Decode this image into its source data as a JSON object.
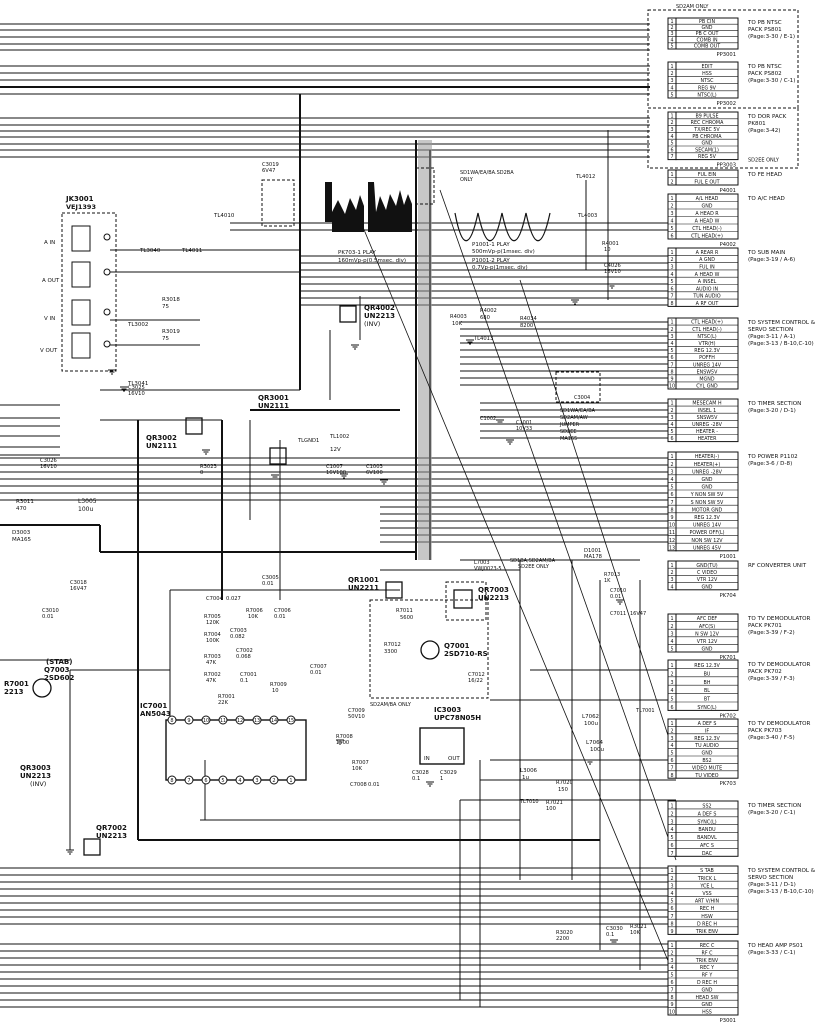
{
  "top_tags": {
    "sd2am_only": "SD2AM ONLY",
    "sd2ee_only": "SD2EE ONLY"
  },
  "connectors": [
    {
      "id": "PP3001",
      "pins": [
        "PB CIN",
        "GND",
        "PB C OUT",
        "COMB IN",
        "COMB OUT"
      ],
      "title": "TO PB NTSC",
      "l2": "PACK PS801",
      "page": "(Page:3-30 / E-1)"
    },
    {
      "id": "PP3002",
      "pins": [
        "EDIT",
        "HSS",
        "NTSC",
        "REG 9V",
        "NTSC(L)"
      ],
      "title": "TO PB NTSC",
      "l2": "PACK PS802",
      "page": "(Page:3-30 / C-1)"
    },
    {
      "id": "PP3003",
      "pins": [
        "B9 PULSE",
        "REC CHROMA",
        "TX/REC 5V",
        "PB CHROMA",
        "GND",
        "SECAM(1)",
        "REG 5V"
      ],
      "title": "TO DOR PACK",
      "l2": "PK801",
      "page": "(Page:3-42)",
      "note": "SD2EE ONLY"
    },
    {
      "id": "P4001",
      "pins": [
        "FUL EIN",
        "FUL E OUT"
      ],
      "title": "TO FE HEAD",
      "l2": "",
      "page": ""
    },
    {
      "id": "P4002",
      "pins": [
        "A/L HEAD",
        "GND",
        "A HEAD R",
        "A HEAD W",
        "CTL HEAD(-)",
        "CTL HEAD(+)"
      ],
      "title": "TO A/C HEAD",
      "l2": "",
      "page": ""
    },
    {
      "id": "",
      "pins": [
        "A REAR R",
        "A GND",
        "FUL IN",
        "A HEAD W",
        "A INSEL",
        "AUDIO IN",
        "TUN AUDIO",
        "A RF OUT"
      ],
      "title": "TO SUB MAIN",
      "l2": "(Page:3-19 / A-6)",
      "page": ""
    },
    {
      "id": "",
      "pins": [
        "CTL HEAD(+)",
        "CTL HEAD(-)",
        "NTSC(L)",
        "VTR(H)",
        "REG 12.3V",
        "POFFH",
        "UNREG 14V",
        "ENSW5V",
        "MGND",
        "CYL GND"
      ],
      "title": "TO SYSTEM CONTROL &",
      "l2": "SERVO SECTION",
      "page": "(Page:3-11 / A-1)",
      "l4": "(Page:3-13 / B-10,C-10)"
    },
    {
      "id": "",
      "pins": [
        "MESECAM H",
        "INSEL 1",
        "SNSW5V",
        "UNREG -28V",
        "HEATER -",
        "HEATER"
      ],
      "title": "TO TIMER SECTION",
      "l2": "(Page:3-20 / D-1)",
      "page": ""
    },
    {
      "id": "P1001",
      "pins": [
        "HEATER(-)",
        "HEATER(+)",
        "UNREG -28V",
        "GND",
        "GND",
        "Y NON SW 5V",
        "S NON SW 5V",
        "MOTOR GND",
        "REG 12.3V",
        "UNREG 14V",
        "POWER OFF(L)",
        "NON SW 12V",
        "UNREG 45V"
      ],
      "title": "TO POWER P1102",
      "l2": "(Page:3-6 / D-8)",
      "page": ""
    },
    {
      "id": "PK704",
      "pins": [
        "GND(TU)",
        "C VIDEO",
        "VTR 12V",
        "GND"
      ],
      "title": "RF CONVERTER UNIT",
      "l2": "",
      "page": ""
    },
    {
      "id": "PK701",
      "pins": [
        "AFC DEF",
        "AFC(S)",
        "N SW 12V",
        "VTR 12V",
        "GND"
      ],
      "title": "TO TV DEMODULATOR",
      "l2": "PACK PK701",
      "page": "(Page:3-39 / F-2)"
    },
    {
      "id": "PK702",
      "pins": [
        "REG 12.3V",
        "BU",
        "BH",
        "BL",
        "BT",
        "SYNC(L)"
      ],
      "title": "TO TV DEMODULATOR",
      "l2": "PACK PK702",
      "page": "(Page:3-39 / F-3)"
    },
    {
      "id": "PK703",
      "pins": [
        "A DEF S",
        "IF",
        "REG 12.3V",
        "TU AUDIO",
        "GND",
        "BS2",
        "VIDEO MUTE",
        "TU VIDEO"
      ],
      "title": "TO TV DEMODULATOR",
      "l2": "PACK PK703",
      "page": "(Page:3-40 / F-5)"
    },
    {
      "id": "",
      "pins": [
        "SS2",
        "A DEF S",
        "SYNC(L)",
        "BANDU",
        "BANDVL",
        "AFC S",
        "DAC"
      ],
      "title": "TO TIMER SECTION",
      "l2": "(Page:3-20 / C-1)",
      "page": ""
    },
    {
      "id": "",
      "pins": [
        "S TAB",
        "TRICK L",
        "YCE L",
        "VSS",
        "ART V/HIN",
        "REC H",
        "HSW",
        "D REC H",
        "TRIK ENV"
      ],
      "title": "TO SYSTEM CONTROL &",
      "l2": "SERVO SECTION",
      "page": "(Page:3-11 / D-1)",
      "l4": "(Page:3-13 / B-10,C-10)"
    },
    {
      "id": "P3001",
      "pins": [
        "REC C",
        "RF C",
        "TRIK ENV",
        "REC Y",
        "RF Y",
        "D REC H",
        "GND",
        "HEAD SW",
        "GND",
        "HSS"
      ],
      "title": "TO HEAD AMP PS01",
      "l2": "(Page:3-33 / C-1)",
      "page": ""
    }
  ],
  "parts": {
    "jk3001": "JK3001",
    "jk3001_sub": "VEJ1393",
    "qr3001": "QR3001",
    "qr3001_sub": "UN2111",
    "qr3002": "QR3002",
    "qr3002_sub": "UN2111",
    "qr4002": "QR4002",
    "qr4002_sub": "UN2213",
    "qr4002_inv": "(INV)",
    "qr1001": "QR1001",
    "qr1001_sub": "UN2211",
    "qr7003": "QR7003",
    "qr7003_sub": "UN2213",
    "q7001": "Q7001",
    "q7001_sub": "2SD710-RS",
    "q7003": "Q7003",
    "q7003_sub": "2SD602",
    "q7003_tag": "(STAB)",
    "ic7001": "IC7001",
    "ic7001_sub": "AN5043",
    "ic3003": "IC3003",
    "ic3003_sub": "UPC78N05H",
    "qr3003": "QR3003",
    "qr3003_sub": "UN2213",
    "qr3003_inv": "(INV)",
    "qr7002": "QR7002",
    "qr7002_sub": "UN2213",
    "r7001": "R7001",
    "r7001_sub": "2213",
    "l3005": "L3005",
    "l3005_sub": "100u",
    "d3003": "D3003",
    "d3003_sub": "MA165",
    "d1001": "D1001",
    "d1001_sub": "MA178",
    "l7062": "L7062",
    "l7062_sub": "100u",
    "l7064": "L7064",
    "l7064_sub": "100u",
    "l3006": "L3006",
    "l3006_sub": "1u"
  },
  "labels": {
    "ain": "A IN",
    "aout": "A OUT",
    "vin": "V IN",
    "vout": "V OUT",
    "r3018": "R3018",
    "r3018_v": "75",
    "r3019": "R3019",
    "r3019_v": "75",
    "tl3002": "TL3002",
    "tl3041": "TL3041",
    "tl3040": "TL3040",
    "tl4011": "TL4011",
    "tl4010": "TL4010",
    "tl4012": "TL4012",
    "tl4003": "TL4003",
    "tl4013": "TL4013",
    "c3025": "C3025",
    "c3025_v": "16V10",
    "c3026": "C3026",
    "c3026_v": "16V10",
    "c3019": "C3019",
    "c3019_v": "6V47",
    "r3023": "R3023",
    "r3023_v": "0",
    "r3011": "R3011",
    "r3011_v": "470",
    "c3018": "C3018",
    "c3018_v": "16V47",
    "c3010": "C3010",
    "c3010_v": "0.01",
    "r4001": "R4001",
    "r4001_v": "10",
    "c4026": "C4026",
    "c4026_v": "16V10",
    "r4003": "R4003",
    "r4003_v": "10K",
    "r4002": "R4002",
    "r4002_v": "680",
    "r4034": "R4034",
    "r4034_v": "8200",
    "c1002": "C1002",
    "c1002_v": "25V100",
    "c1001": "C1001",
    "c1001_v": "10V33",
    "c1007": "C1007",
    "c1007_v": "16V100",
    "c1003": "C1003",
    "c1003_v": "6V100",
    "tlgnd1": "TLGND1",
    "tl1002": "TL1002",
    "v12": "12V",
    "wave_pk": "PK703-1 PLAY",
    "wave_pk_v": "160mVp-p(0.5msec. div)",
    "wave_p1": "P1001-1 PLAY",
    "wave_p1_v": "500mVp-p(1msec. div)",
    "wave_p2": "P1001-2 PLAY",
    "wave_p2_v": "0.7Vp-p(1msec. div)",
    "sd1wa_only": "SD1WA/EA/BA.SD2BA",
    "sd1wa_only2": "ONLY",
    "sd1wa_jumper": "SD1WA/EA/BA",
    "sd1wa_jumper2": "SD2AM/AW",
    "sd1wa_jumper3": "JUMPER",
    "sd1wa_jumper4": "SD2EE",
    "sd1wa_jumper5": "MA165",
    "c3004": "C3004",
    "l7003": "L7003",
    "l7003_v": "VWJ0023-5",
    "sd1ba_note": "SD1BA,SD2AM/BA",
    "sd1ba_note2": "SD2EE  ONLY",
    "r7013": "R7013",
    "r7013_v": "1K",
    "c7010": "C7010",
    "c7010_v": "0.01",
    "c7011": "C7011",
    "c7011_v": "16V47",
    "r7011": "R7011",
    "r7011_v": "5600",
    "r7012": "R7012",
    "r7012_v": "3300",
    "c7012": "C7012",
    "c7012_v": "16/22",
    "sd2ama_only": "SD2AM/BA ONLY",
    "c7004": "C7004",
    "c7004_v": "0.027",
    "c3005": "C3005",
    "c3005_v": "0.01",
    "r7005": "R7005",
    "r7005_v": "120K",
    "r7006": "R7006",
    "r7006_v": "10K",
    "c7006": "C7006",
    "c7006_v": "0.01",
    "c7003": "C7003",
    "c7003_v": "0.082",
    "r7004": "R7004",
    "r7004_v": "100K",
    "c7002": "C7002",
    "c7002_v": "0.068",
    "r7003": "R7003",
    "r7003_v": "47K",
    "c7007": "C7007",
    "c7007_v": "0.01",
    "r7002": "R7002",
    "r7002_v": "47K",
    "c7001": "C7001",
    "c7001_v": "0.1",
    "r7009": "R7009",
    "r7009_v": "10",
    "r7001b": "R7001",
    "r7001b_v": "22K",
    "c7009": "C7009",
    "c7009_v": "50V10",
    "r7008": "R7008",
    "r7008_v": "1500",
    "r7007": "R7007",
    "r7007_v": "10K",
    "c7008": "C7008",
    "c7008_v": "0.01",
    "c3028": "C3028",
    "c3028_v": "0.1",
    "c3029": "C3029",
    "c3029_v": "1",
    "r7020": "R7020",
    "r7020_v": "150",
    "r7021": "R7021",
    "r7021_v": "100",
    "tl7010": "TL7010",
    "tl7001": "TL7001",
    "r3020": "R3020",
    "r3020_v": "2200",
    "c3030": "C3030",
    "c3030_v": "0.1",
    "r3021": "R3021",
    "r3021_v": "10K",
    "ic_in": "IN",
    "ic_out": "OUT",
    "ic_pins_top": [
      "8",
      "9",
      "10",
      "11",
      "12",
      "13",
      "14",
      "15"
    ],
    "ic_pins_bot": [
      "8",
      "7",
      "6",
      "5",
      "4",
      "3",
      "2",
      "1"
    ]
  }
}
